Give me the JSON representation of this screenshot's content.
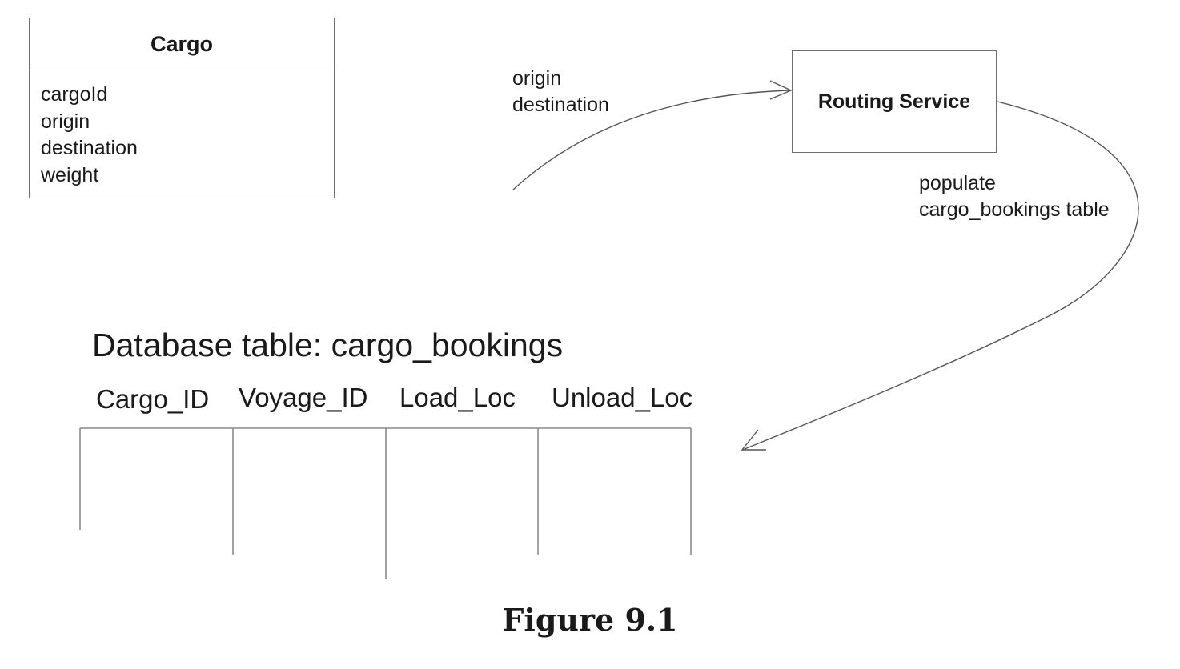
{
  "cargo_class": {
    "title": "Cargo",
    "attributes": [
      "cargoId",
      "origin",
      "destination",
      "weight"
    ]
  },
  "routing_service": {
    "label": "Routing Service"
  },
  "input_arrow_label": [
    "origin",
    "destination"
  ],
  "output_arrow_label": [
    "populate",
    "cargo_bookings table"
  ],
  "db_table": {
    "title": "Database table: cargo_bookings",
    "columns": [
      "Cargo_ID",
      "Voyage_ID",
      "Load_Loc",
      "Unload_Loc"
    ]
  },
  "caption": "Figure 9.1"
}
